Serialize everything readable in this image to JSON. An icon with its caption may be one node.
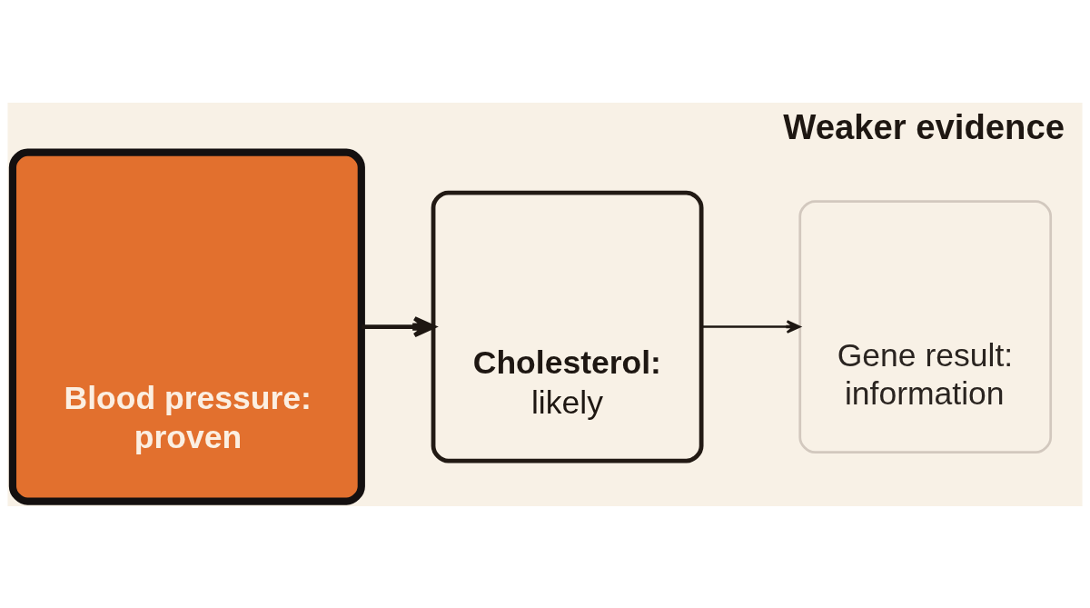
{
  "diagram": {
    "nodes": [
      {
        "text": [
          "Blood pressure:",
          "proven"
        ]
      },
      {
        "text": [
          "Cholesterol:",
          "likely"
        ]
      },
      {
        "text": [
          "Gene result:",
          "information"
        ]
      }
    ],
    "edges": [
      {
        "from": 0,
        "to": 1,
        "arrow": "to",
        "style": "thick"
      },
      {
        "from": 1,
        "to": 2,
        "arrow": "to"
      }
    ],
    "labels": [
      "Weaker evidence"
    ]
  }
}
